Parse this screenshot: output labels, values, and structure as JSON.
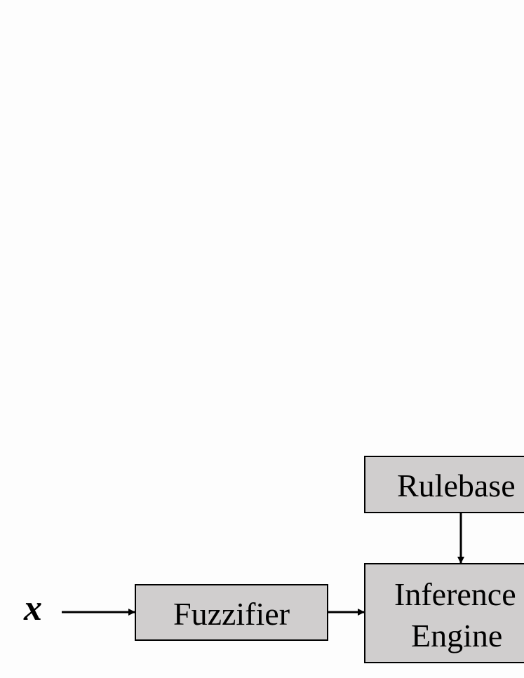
{
  "diagram": {
    "input_variable": "x",
    "blocks": {
      "rulebase": {
        "label": "Rulebase"
      },
      "fuzzifier": {
        "label": "Fuzzifier"
      },
      "inference_engine": {
        "label_line1": "Inference",
        "label_line2": "Engine"
      }
    },
    "edges": [
      {
        "from": "x",
        "to": "fuzzifier"
      },
      {
        "from": "fuzzifier",
        "to": "inference_engine"
      },
      {
        "from": "rulebase",
        "to": "inference_engine"
      }
    ],
    "colors": {
      "background": "#fdfdfd",
      "block_fill": "#d0cece",
      "stroke": "#000000"
    }
  }
}
